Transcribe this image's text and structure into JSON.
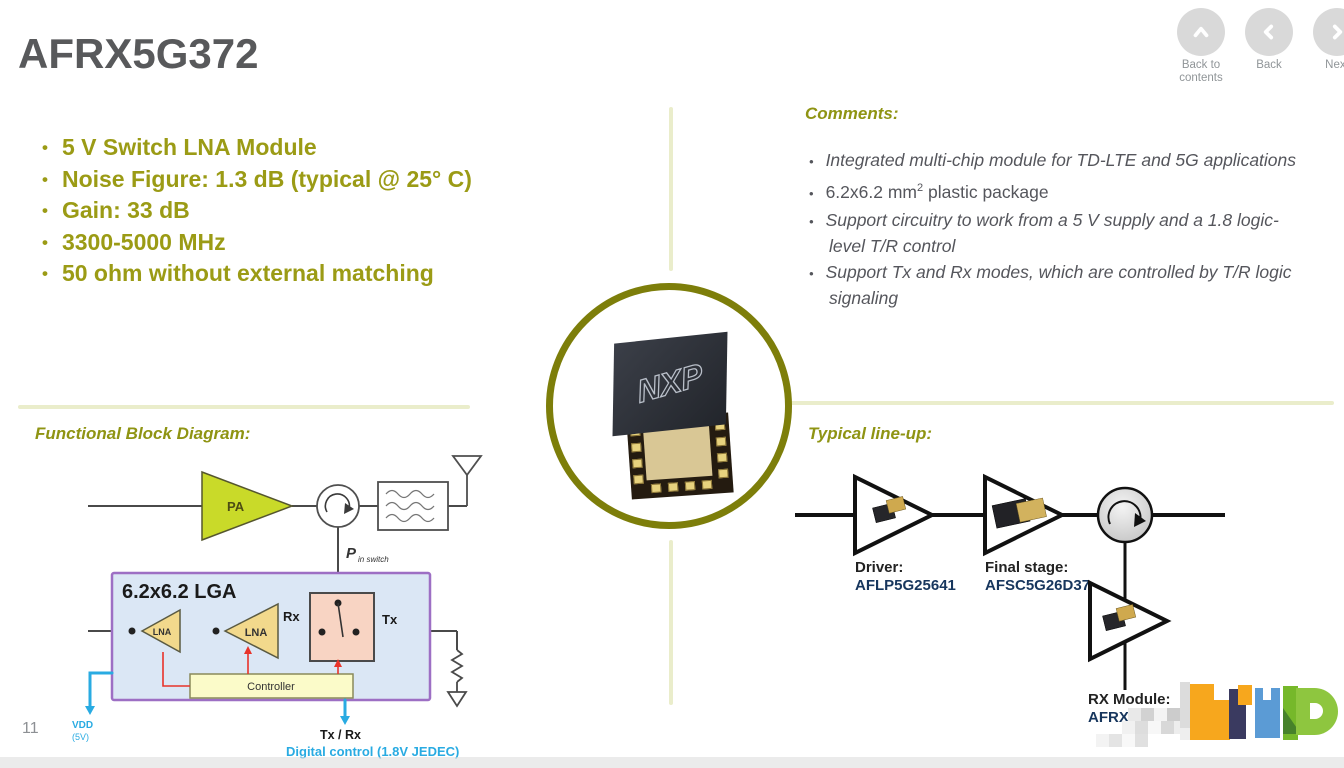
{
  "title": "AFRX5G372",
  "page": {
    "number": "11"
  },
  "nav": {
    "back_to_contents": "Back to\ncontents",
    "back": "Back",
    "next": "Next"
  },
  "features": [
    "5 V Switch LNA Module",
    "Noise Figure: 1.3 dB (typical @ 25° C)",
    "Gain: 33 dB",
    "3300-5000 MHz",
    "50 ohm without external matching"
  ],
  "comments": {
    "heading": "Comments:",
    "items": [
      {
        "text": "Integrated multi-chip module for TD-LTE and 5G applications"
      },
      {
        "pre": "6.2x6.2 mm",
        "sup": "2",
        "post": " plastic package"
      },
      {
        "text": "Support circuitry to work from a 5 V supply and a 1.8 logic-level T/R control"
      },
      {
        "text": "Support Tx and Rx modes, which are controlled by T/R logic signaling"
      }
    ]
  },
  "block_diagram": {
    "heading": "Functional Block Diagram:",
    "pa": "PA",
    "p_label": "P",
    "p_sub": "in switch",
    "lga": "6.2x6.2 LGA",
    "lna1": "LNA",
    "lna2": "LNA",
    "rx": "Rx",
    "tx": "Tx",
    "controller": "Controller",
    "vdd": "VDD",
    "vdd_supply": "(5V)",
    "tx_rx": "Tx  / Rx",
    "digital_control": "Digital control (1.8V JEDEC)"
  },
  "lineup": {
    "heading": "Typical line-up:",
    "driver_label": "Driver:",
    "driver_part": "AFLP5G25641",
    "final_label": "Final stage:",
    "final_part": "AFSC5G26D37",
    "rx_label": "RX Module:",
    "rx_part": "AFRX"
  },
  "chip": {
    "logo": "NXP"
  },
  "colors": {
    "olive_text": "#9b9b15",
    "pale_divider": "#eaedcb",
    "circle_border": "#7d7e0a",
    "cyan": "#29abe2",
    "navy_part": "#17365d",
    "title_gray": "#58595b",
    "pa_fill": "#c9da29",
    "lna_fill": "#f2d98c",
    "switch_fill": "#f8d4c3",
    "controller_fill": "#fbfbc9",
    "lga_fill": "#dbe7f5",
    "lga_border": "#9d6fc4",
    "red": "#e8332a"
  }
}
